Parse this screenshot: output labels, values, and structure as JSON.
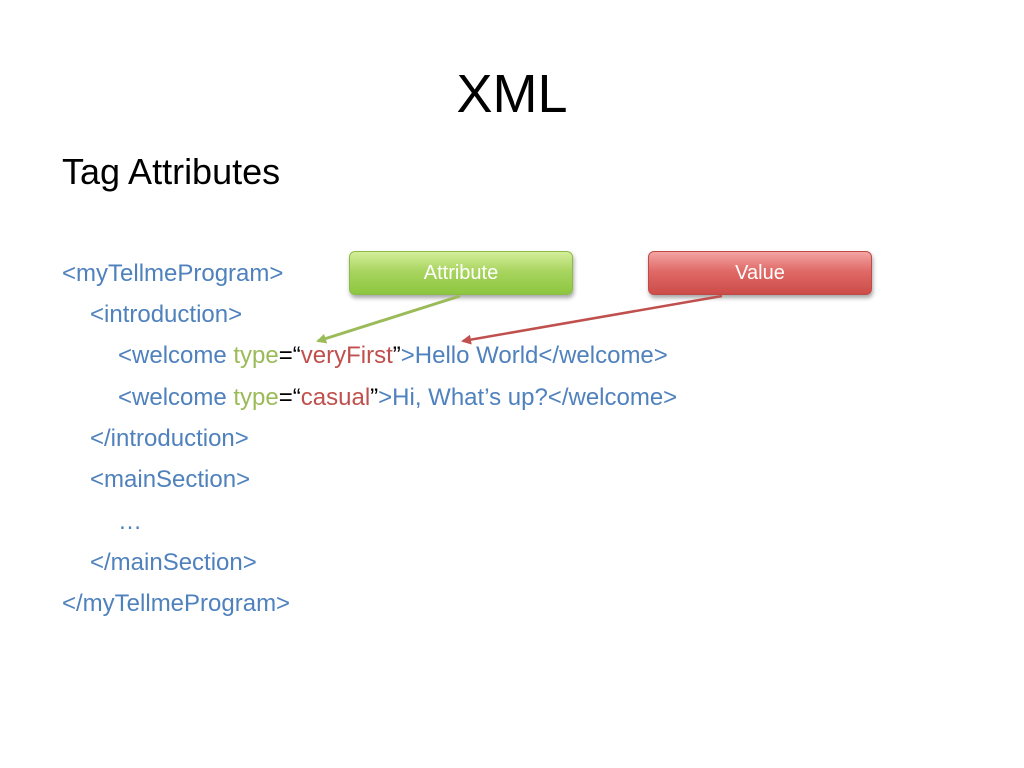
{
  "slide": {
    "title": "XML",
    "subtitle": "Tag Attributes"
  },
  "callouts": {
    "attribute_label": "Attribute",
    "value_label": "Value"
  },
  "code": {
    "line1": "<myTellmeProgram>",
    "line2": "<introduction>",
    "line3": {
      "open": "<welcome ",
      "attr": "type",
      "eq": "=“",
      "value": "veryFirst",
      "close_quote": "”",
      "rest": ">Hello World</welcome>"
    },
    "line4": {
      "open": "<welcome ",
      "attr": "type",
      "eq": "=“",
      "value": "casual",
      "close_quote": "”",
      "rest": ">Hi, What’s up?</welcome>"
    },
    "line5": "</introduction>",
    "line6": "<mainSection>",
    "line7": "…",
    "line8": "</mainSection>",
    "line9": "</myTellmeProgram>"
  },
  "colors": {
    "code_text": "#4f81bd",
    "attribute": "#9bbb59",
    "value": "#c0504d",
    "attribute_arrow": "#9bbb59",
    "value_arrow": "#c0504d"
  }
}
